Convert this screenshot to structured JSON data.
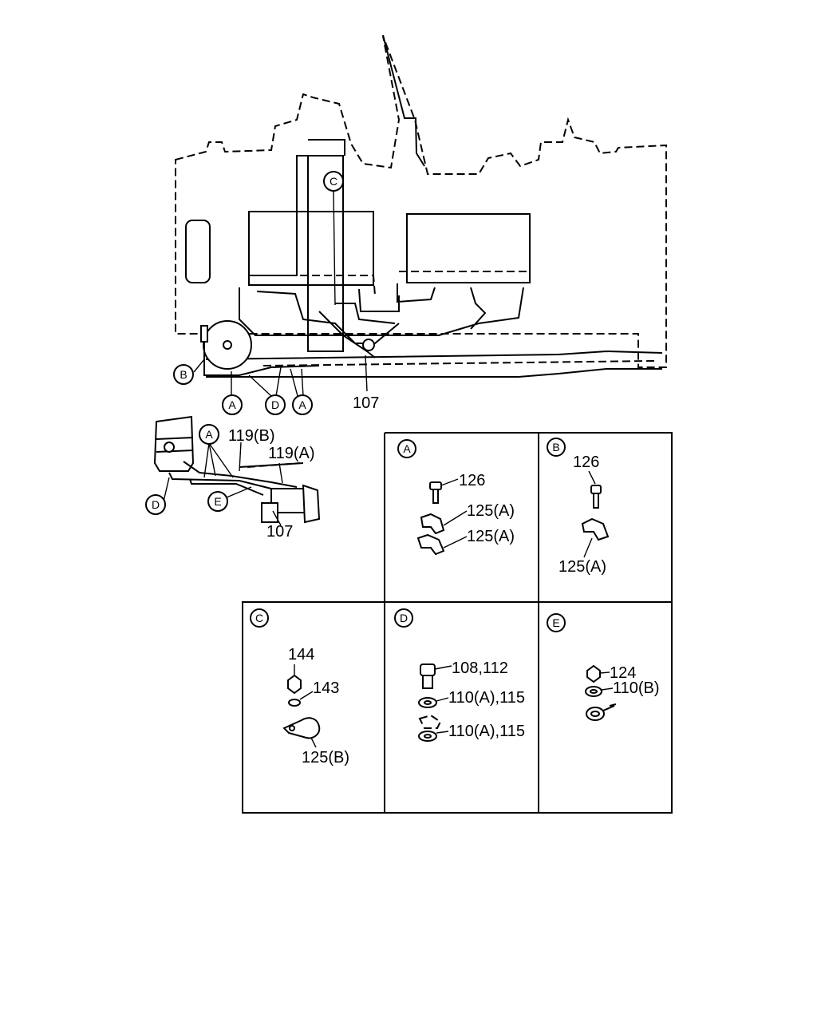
{
  "main_view": {
    "callouts": {
      "c": "C",
      "b": "B",
      "a1": "A",
      "d1": "D",
      "a2": "A"
    },
    "part_107": "107"
  },
  "detail_view": {
    "callouts": {
      "a": "A",
      "d": "D",
      "e": "E"
    },
    "parts": {
      "p119b": "119(B)",
      "p119a": "119(A)",
      "p107": "107"
    }
  },
  "panels": {
    "A": {
      "tag": "A",
      "parts": [
        "126",
        "125(A)",
        "125(A)"
      ]
    },
    "B": {
      "tag": "B",
      "parts": [
        "126",
        "125(A)"
      ]
    },
    "C": {
      "tag": "C",
      "parts": [
        "144",
        "143",
        "125(B)"
      ]
    },
    "D": {
      "tag": "D",
      "parts": [
        "108,112",
        "110(A),115",
        "110(A),115"
      ]
    },
    "E": {
      "tag": "E",
      "parts": [
        "124",
        "110(B)"
      ]
    }
  }
}
